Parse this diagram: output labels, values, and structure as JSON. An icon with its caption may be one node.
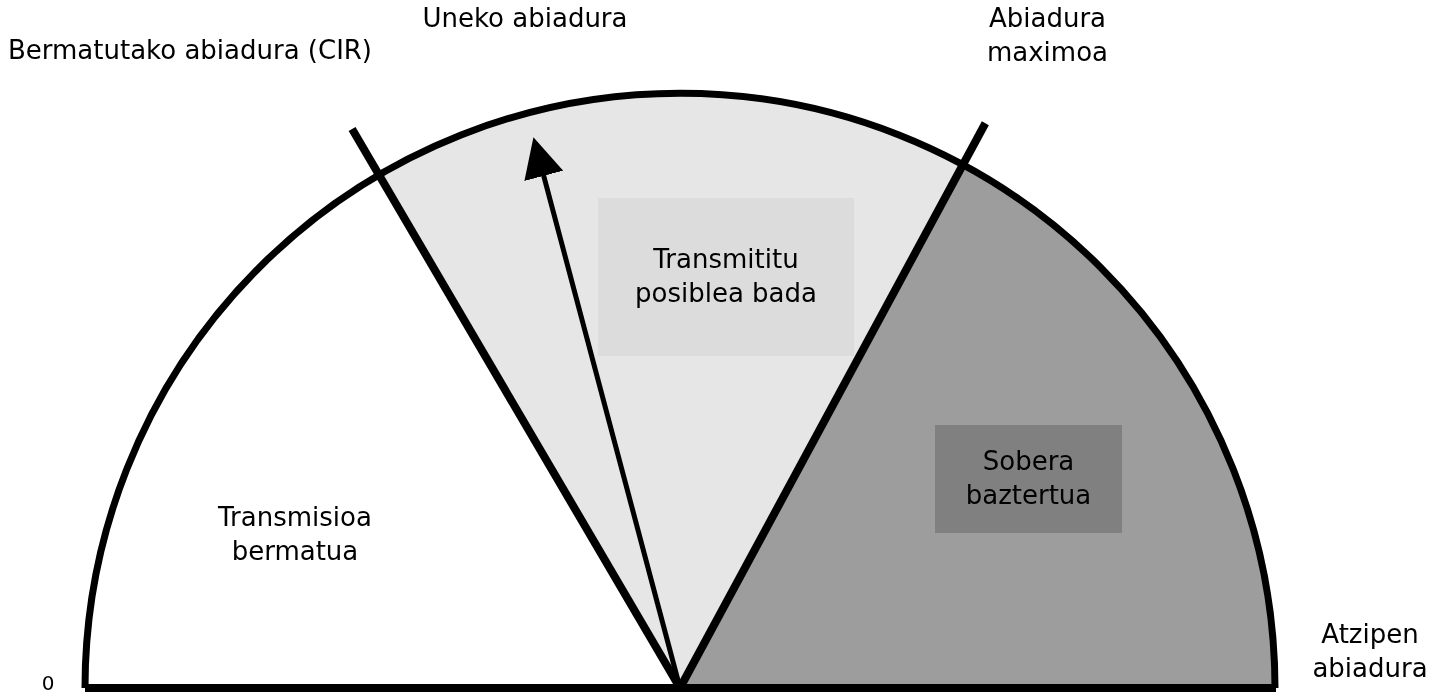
{
  "diagram": {
    "nodes": [
      {
        "text": [
          "Transmisioa bermatua"
        ]
      },
      {
        "text": [
          "Transmititu posiblea bada"
        ]
      },
      {
        "text": [
          "Sobera baztertua"
        ]
      }
    ],
    "labels": [
      "Bermatutako abiadura (CIR)",
      "Uneko abiadura",
      "Abiadura maximoa",
      "Atzipen abiadura",
      "0"
    ]
  }
}
